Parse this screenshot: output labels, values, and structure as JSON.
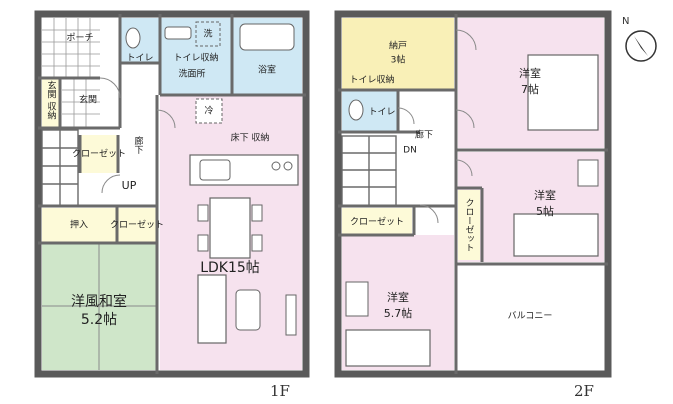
{
  "colors": {
    "ldk": "#f6e2ee",
    "washi": "#cfe6c9",
    "wet": "#cfe8f4",
    "nando": "#f9f0b7",
    "storage": "#fdfad8",
    "room_2f": "#f6e2ee",
    "wall": "#5a5a5a"
  },
  "floor1": {
    "floor_label": "1F",
    "porch": "ポーチ",
    "genkan": "玄関",
    "genkan_storage": "玄関\n収納",
    "closet": "クローゼット",
    "hall": "廊下",
    "up": "UP",
    "oshiire": "押入",
    "closet2": "クローゼット",
    "washitsu_name": "洋風和室",
    "washitsu_size": "5.2帖",
    "toilet": "トイレ",
    "toilet_storage": "トイレ収納",
    "washing": "洗",
    "senmenjo": "洗面所",
    "yokushitsu": "浴室",
    "fridge": "冷",
    "floor_storage": "床下\n収納",
    "ldk": "LDK15帖"
  },
  "floor2": {
    "floor_label": "2F",
    "nando_name": "納戸",
    "nando_size": "3帖",
    "toilet_storage": "トイレ収納",
    "toilet": "トイレ",
    "hall": "廊下",
    "dn": "DN",
    "room7_name": "洋室",
    "room7_size": "7帖",
    "room5_name": "洋室",
    "room5_size": "5帖",
    "closet_v": "クローゼット",
    "closet_h": "クローゼット",
    "room57_name": "洋室",
    "room57_size": "5.7帖",
    "balcony": "バルコニー"
  },
  "compass": "N-arrow"
}
